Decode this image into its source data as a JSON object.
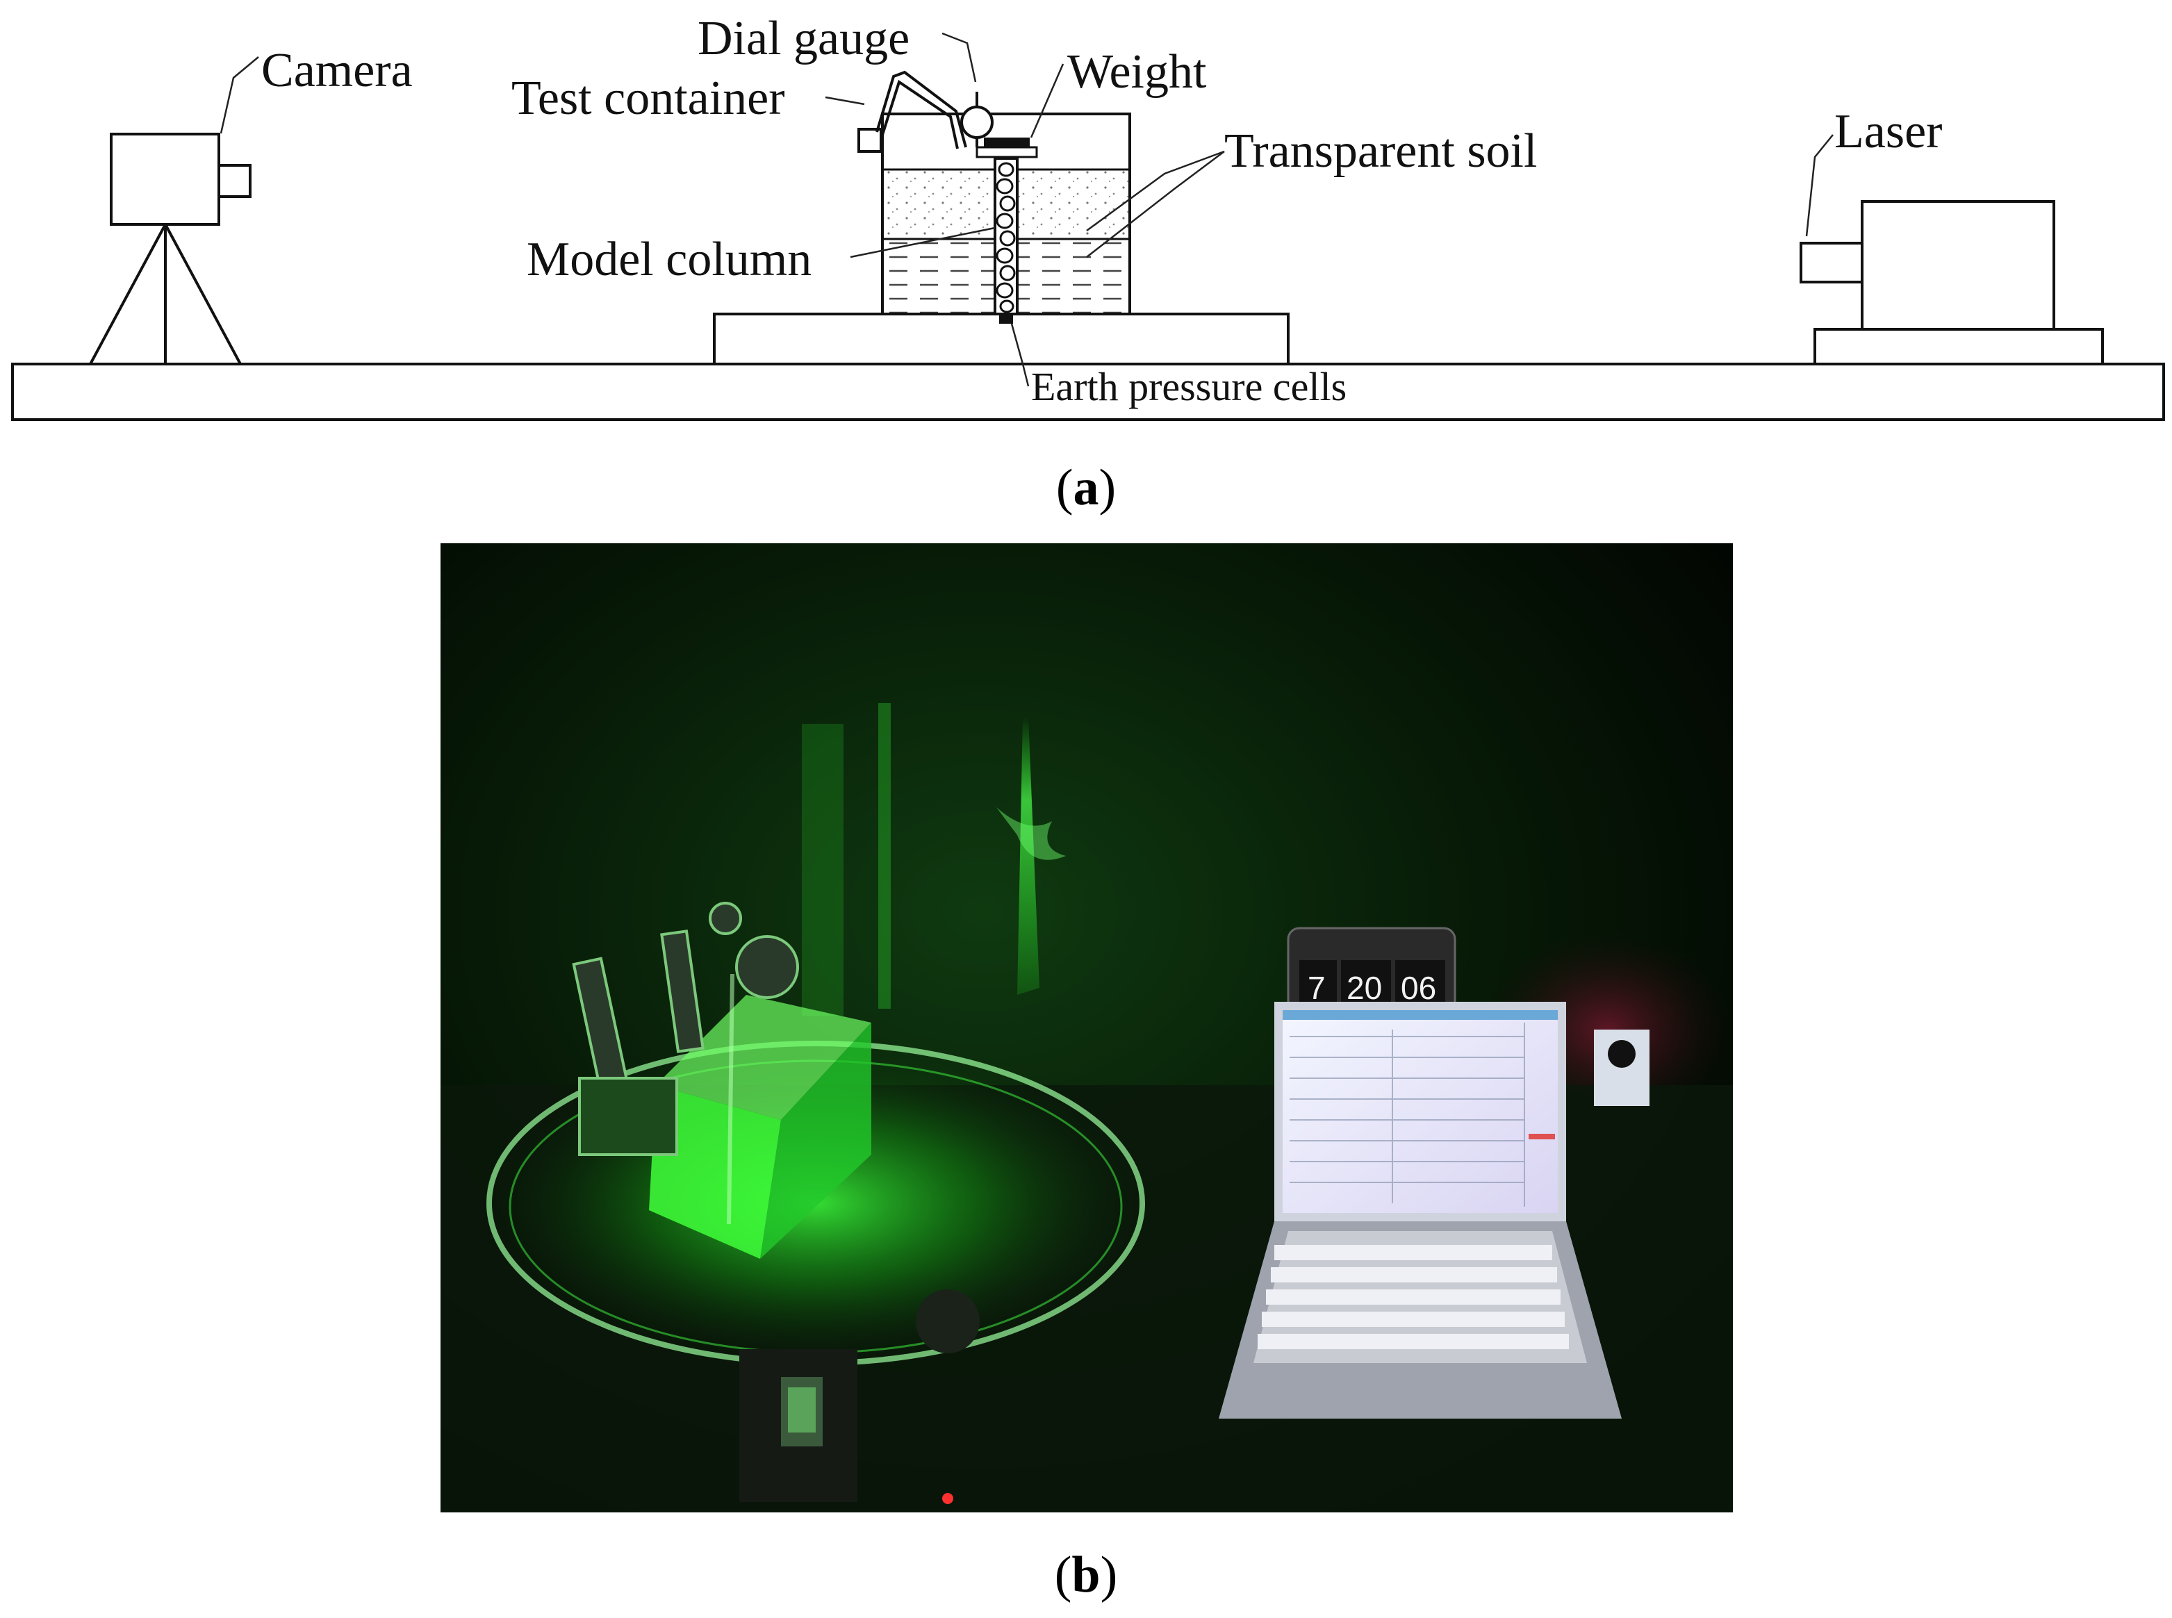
{
  "panel_a": {
    "caption_open": "(",
    "caption_letter": "a",
    "caption_close": ")",
    "labels": {
      "camera": "Camera",
      "dial_gauge": "Dial gauge",
      "test_container": "Test container",
      "weight": "Weight",
      "transparent_soil": "Transparent soil",
      "model_column": "Model column",
      "earth_pressure_cells": "Earth pressure cells",
      "laser": "Laser"
    }
  },
  "panel_b": {
    "caption_open": "(",
    "caption_letter": "b",
    "caption_close": ")",
    "clock": {
      "d1": "7",
      "d2": "20",
      "d3": "06"
    }
  },
  "colors": {
    "laser_green": "#35ff3a",
    "line": "#111111",
    "background": "#ffffff"
  }
}
